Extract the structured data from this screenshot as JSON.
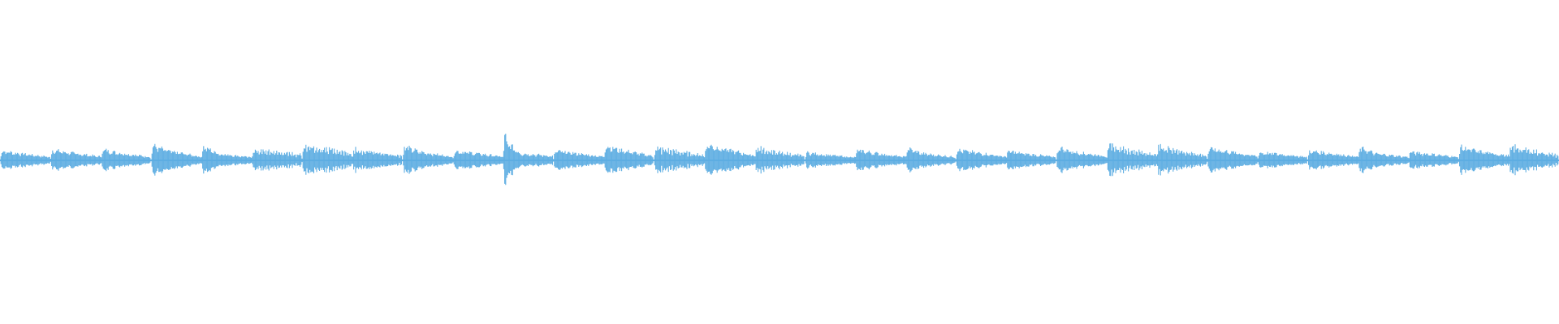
{
  "waveform": {
    "color": "#5dade2",
    "background": "#ffffff",
    "segments": [
      {
        "peak": 0.55,
        "decay": 0.42,
        "tail": 0.2,
        "style": "burst"
      },
      {
        "peak": 0.6,
        "decay": 0.46,
        "tail": 0.22,
        "style": "burst"
      },
      {
        "peak": 0.62,
        "decay": 0.45,
        "tail": 0.2,
        "style": "burst"
      },
      {
        "peak": 0.85,
        "decay": 0.55,
        "tail": 0.22,
        "style": "burst"
      },
      {
        "peak": 0.8,
        "decay": 0.4,
        "tail": 0.18,
        "style": "burst"
      },
      {
        "peak": 0.6,
        "decay": 0.55,
        "tail": 0.35,
        "style": "tremolo"
      },
      {
        "peak": 0.95,
        "decay": 0.75,
        "tail": 0.45,
        "style": "tremolo"
      },
      {
        "peak": 0.7,
        "decay": 0.55,
        "tail": 0.3,
        "style": "tremolo"
      },
      {
        "peak": 0.8,
        "decay": 0.5,
        "tail": 0.22,
        "style": "burst"
      },
      {
        "peak": 0.55,
        "decay": 0.45,
        "tail": 0.22,
        "style": "burst"
      },
      {
        "peak": 1.1,
        "decay": 0.42,
        "tail": 0.25,
        "style": "spike"
      },
      {
        "peak": 0.55,
        "decay": 0.45,
        "tail": 0.22,
        "style": "burst"
      },
      {
        "peak": 0.85,
        "decay": 0.6,
        "tail": 0.25,
        "style": "burst"
      },
      {
        "peak": 0.75,
        "decay": 0.6,
        "tail": 0.32,
        "style": "tremolo"
      },
      {
        "peak": 0.9,
        "decay": 0.7,
        "tail": 0.28,
        "style": "burst"
      },
      {
        "peak": 0.75,
        "decay": 0.55,
        "tail": 0.28,
        "style": "tremolo"
      },
      {
        "peak": 0.45,
        "decay": 0.35,
        "tail": 0.18,
        "style": "burst"
      },
      {
        "peak": 0.6,
        "decay": 0.45,
        "tail": 0.2,
        "style": "burst"
      },
      {
        "peak": 0.7,
        "decay": 0.4,
        "tail": 0.2,
        "style": "burst"
      },
      {
        "peak": 0.62,
        "decay": 0.48,
        "tail": 0.22,
        "style": "burst"
      },
      {
        "peak": 0.55,
        "decay": 0.4,
        "tail": 0.2,
        "style": "burst"
      },
      {
        "peak": 0.75,
        "decay": 0.5,
        "tail": 0.25,
        "style": "burst"
      },
      {
        "peak": 0.9,
        "decay": 0.7,
        "tail": 0.35,
        "style": "tremolo"
      },
      {
        "peak": 0.9,
        "decay": 0.65,
        "tail": 0.3,
        "style": "tremolo"
      },
      {
        "peak": 0.7,
        "decay": 0.55,
        "tail": 0.25,
        "style": "burst"
      },
      {
        "peak": 0.45,
        "decay": 0.4,
        "tail": 0.2,
        "style": "burst"
      },
      {
        "peak": 0.55,
        "decay": 0.45,
        "tail": 0.22,
        "style": "burst"
      },
      {
        "peak": 0.75,
        "decay": 0.4,
        "tail": 0.2,
        "style": "burst"
      },
      {
        "peak": 0.48,
        "decay": 0.4,
        "tail": 0.2,
        "style": "burst"
      },
      {
        "peak": 0.8,
        "decay": 0.55,
        "tail": 0.28,
        "style": "burst"
      },
      {
        "peak": 0.85,
        "decay": 0.65,
        "tail": 0.3,
        "style": "tremolo"
      }
    ]
  }
}
